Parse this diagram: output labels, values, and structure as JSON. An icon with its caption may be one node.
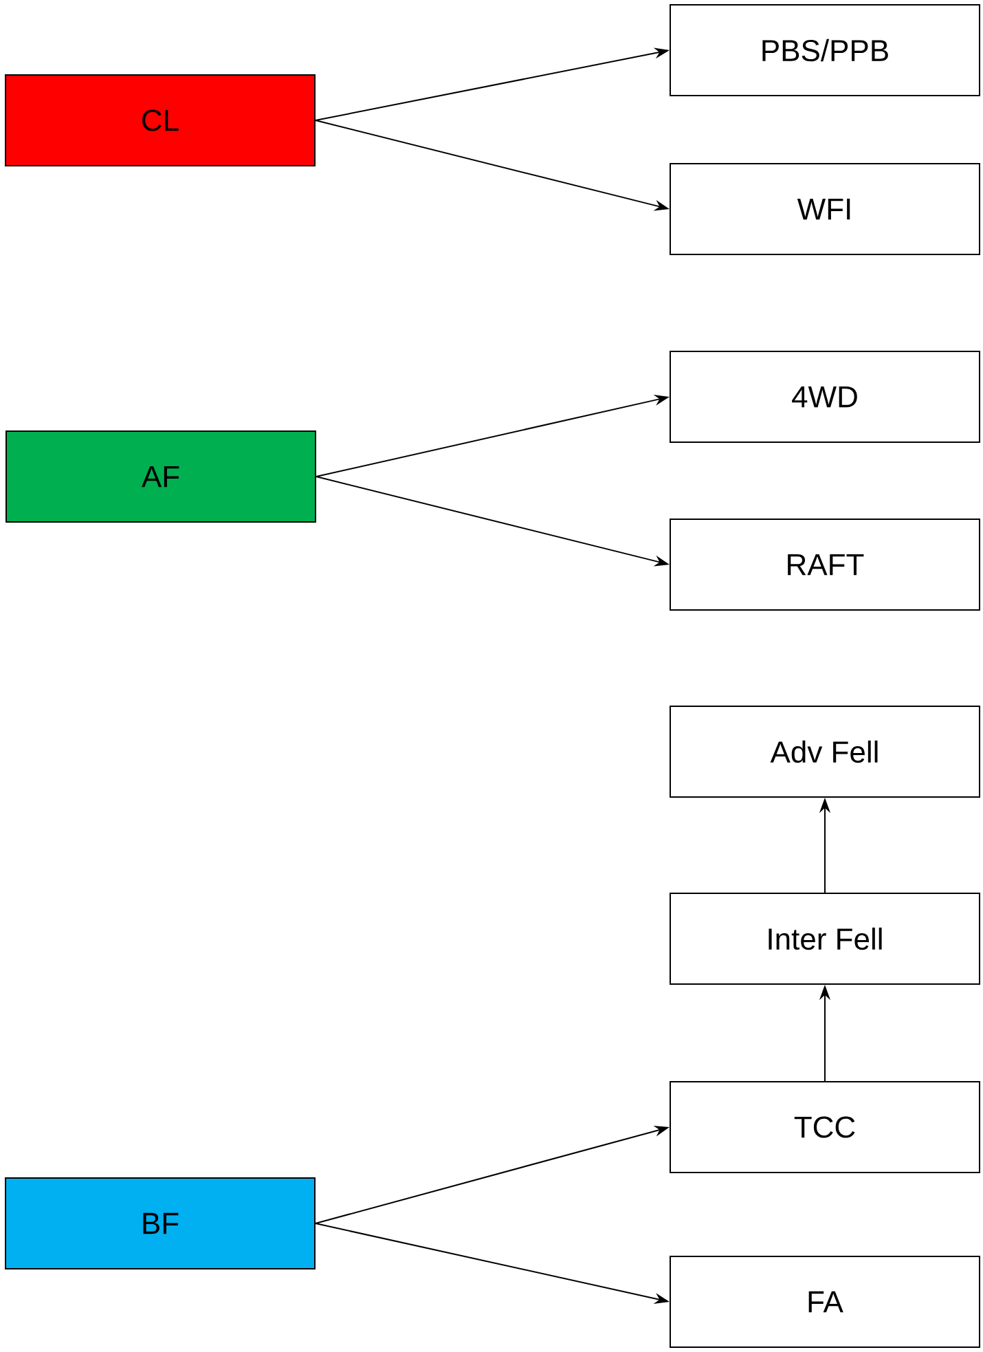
{
  "diagram": {
    "nodes": [
      {
        "text": [
          "CL"
        ]
      },
      {
        "text": [
          "PBS/PPB"
        ]
      },
      {
        "text": [
          "WFI"
        ]
      },
      {
        "text": [
          "AF"
        ]
      },
      {
        "text": [
          "4WD"
        ]
      },
      {
        "text": [
          "RAFT"
        ]
      },
      {
        "text": [
          "Adv Fell"
        ]
      },
      {
        "text": [
          "Inter Fell"
        ]
      },
      {
        "text": [
          "TCC"
        ]
      },
      {
        "text": [
          "BF"
        ]
      },
      {
        "text": [
          "FA"
        ]
      }
    ],
    "edges": [
      {
        "from": 0,
        "to": 1,
        "arrow": "to"
      },
      {
        "from": 0,
        "to": 2,
        "arrow": "to"
      },
      {
        "from": 3,
        "to": 4,
        "arrow": "to"
      },
      {
        "from": 3,
        "to": 5,
        "arrow": "to"
      },
      {
        "from": 9,
        "to": 8,
        "arrow": "to"
      },
      {
        "from": 9,
        "to": 10,
        "arrow": "to"
      },
      {
        "from": 8,
        "to": 7,
        "arrow": "to"
      },
      {
        "from": 7,
        "to": 6,
        "arrow": "to"
      }
    ]
  }
}
